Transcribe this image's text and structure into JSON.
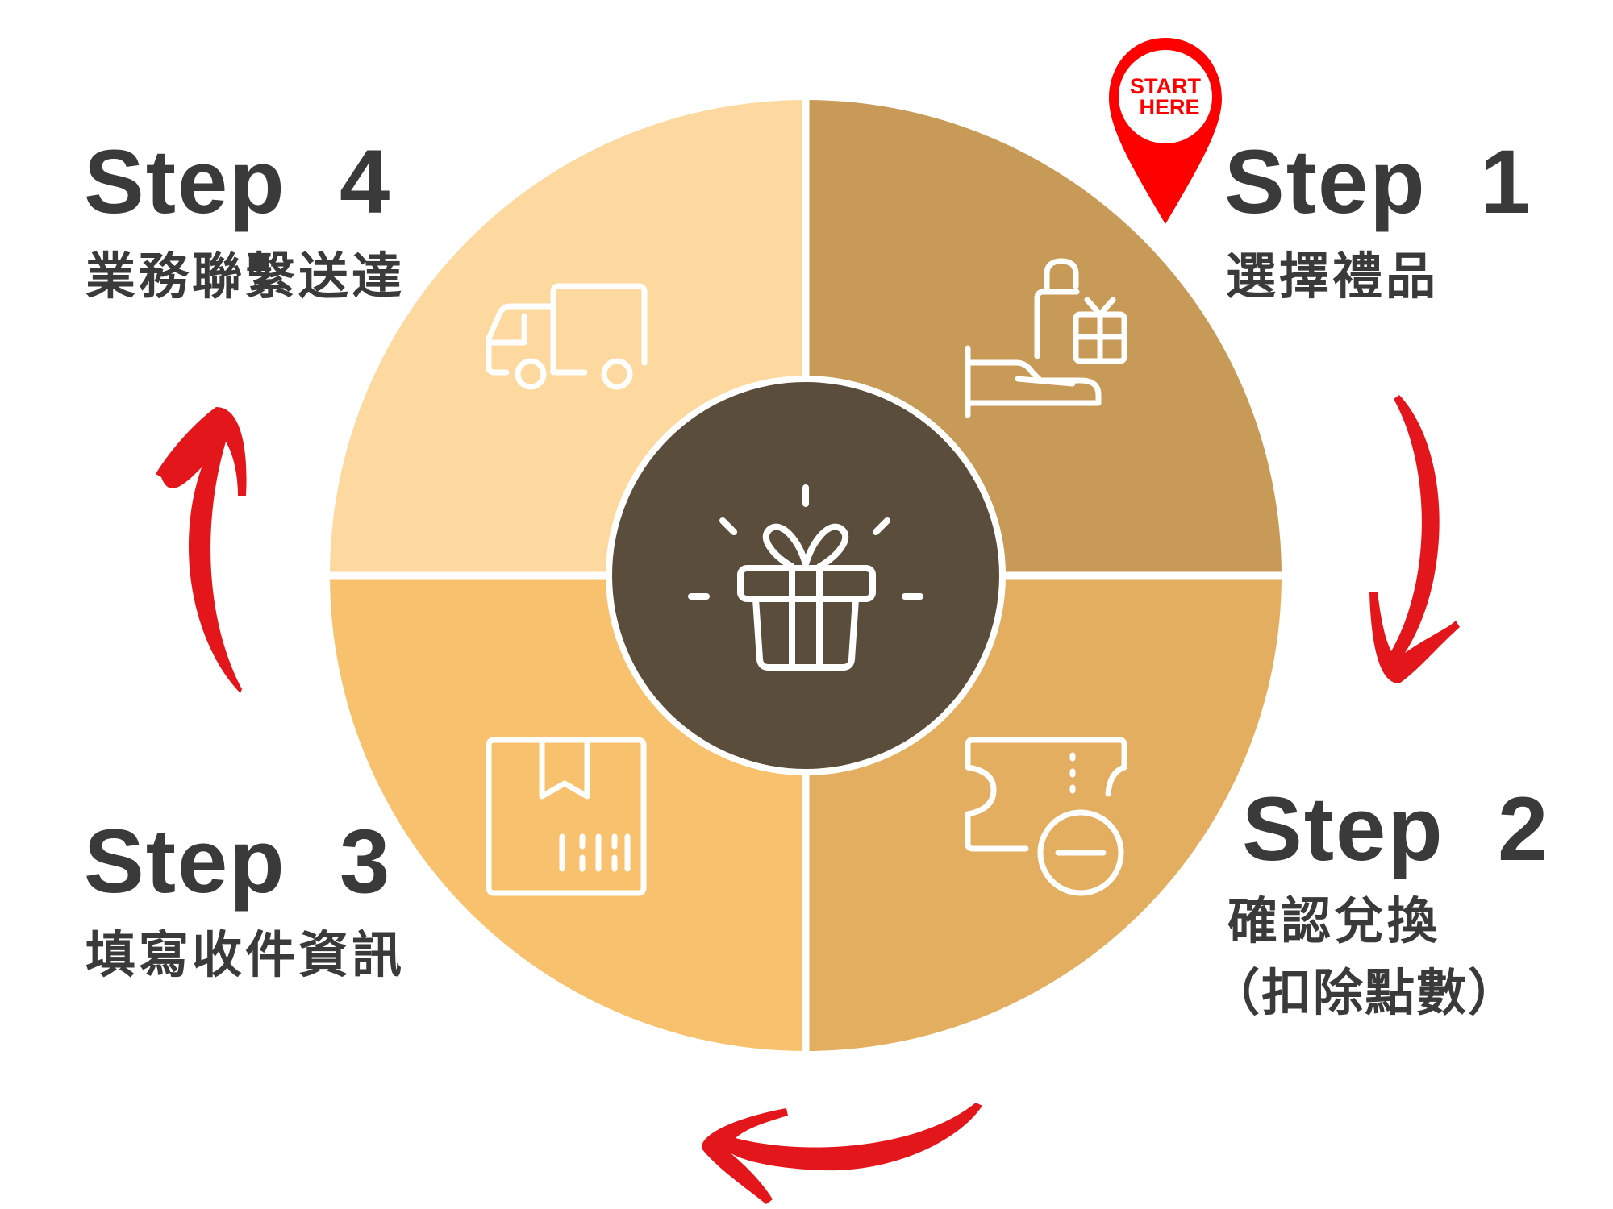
{
  "pin": {
    "line1": "START",
    "line2": "HERE"
  },
  "steps": [
    {
      "title": "Step  1",
      "desc": "選擇禮品",
      "icon": "hand-gift-icon"
    },
    {
      "title": "Step  2",
      "desc": "確認兌換",
      "desc2": "（扣除點數）",
      "icon": "ticket-minus-icon"
    },
    {
      "title": "Step  3",
      "desc": "填寫收件資訊",
      "icon": "package-box-icon"
    },
    {
      "title": "Step  4",
      "desc": "業務聯繫送達",
      "icon": "delivery-truck-icon"
    }
  ],
  "colors": {
    "step1": "#C89A58",
    "step2": "#E3AE60",
    "step3": "#F7C16D",
    "step4": "#FDD9A0",
    "center": "#5A4D3C",
    "arrow": "#E3161B",
    "pin": "#FF0000",
    "text": "#3A3A3A"
  }
}
